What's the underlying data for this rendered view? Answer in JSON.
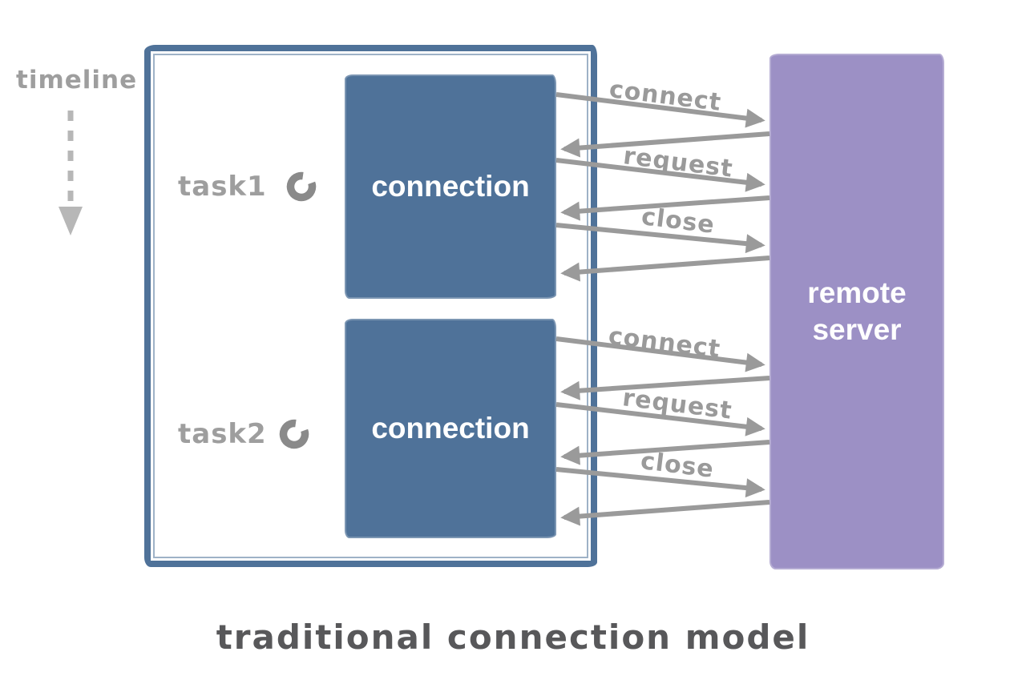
{
  "colors": {
    "box_blue": "#4f7299",
    "server_purple": "#9c90c5",
    "arrow_gray": "#9a9a9a",
    "label_gray": "#9e9e9e",
    "title_gray": "#58585a",
    "timeline_arrow_gray": "#b7b7b7",
    "spinner_gray": "#8a8a8a"
  },
  "timeline_label": "timeline",
  "tasks": [
    {
      "name": "task1",
      "box_label": "connection",
      "messages": [
        "connect",
        "request",
        "close"
      ]
    },
    {
      "name": "task2",
      "box_label": "connection",
      "messages": [
        "connect",
        "request",
        "close"
      ]
    }
  ],
  "server_label": "remote server",
  "title": "traditional connection model"
}
